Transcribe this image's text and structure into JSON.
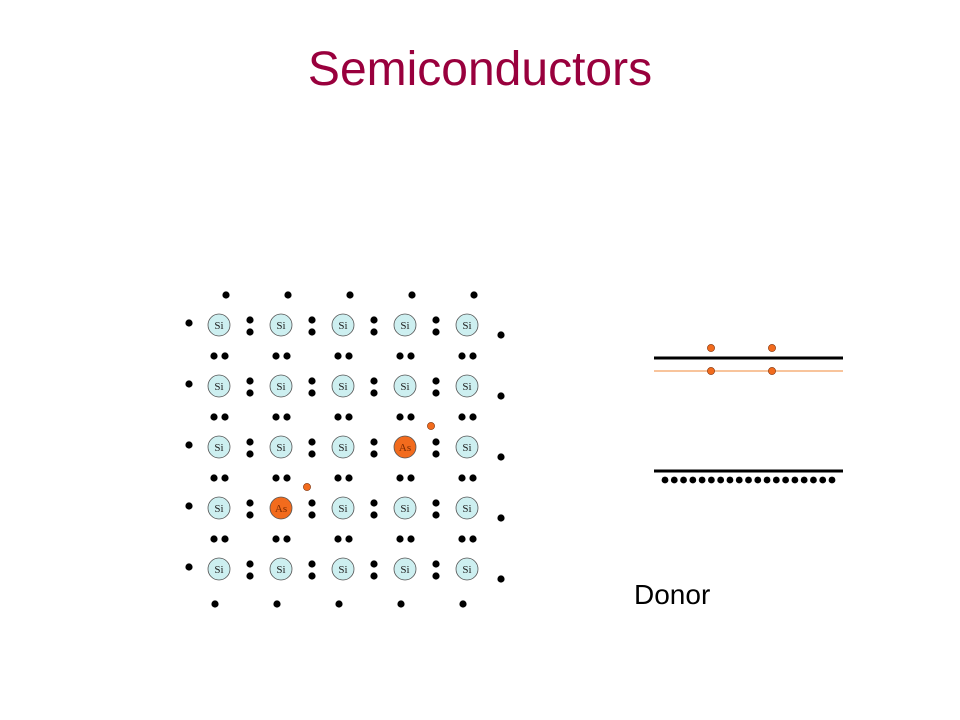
{
  "slide": {
    "title": "Semiconductors",
    "label": "Donor"
  },
  "lattice": {
    "atoms": [
      [
        "Si",
        "Si",
        "Si",
        "Si",
        "Si"
      ],
      [
        "Si",
        "Si",
        "Si",
        "Si",
        "Si"
      ],
      [
        "Si",
        "Si",
        "Si",
        "As",
        "Si"
      ],
      [
        "Si",
        "As",
        "Si",
        "Si",
        "Si"
      ],
      [
        "Si",
        "Si",
        "Si",
        "Si",
        "Si"
      ]
    ],
    "colors": {
      "si_fill": "#cdeff0",
      "as_fill": "#f26b1d",
      "as_text": "#7a2a00",
      "electron": "#000000",
      "extra_electron": "#f26b1d"
    }
  },
  "band_diagram": {
    "donor_level_electrons": 2,
    "valence_band_electrons": 19,
    "colors": {
      "band_line": "#000000",
      "donor_line": "#f08a3a",
      "electron": "#000000",
      "donor_electron": "#f26b1d"
    }
  }
}
